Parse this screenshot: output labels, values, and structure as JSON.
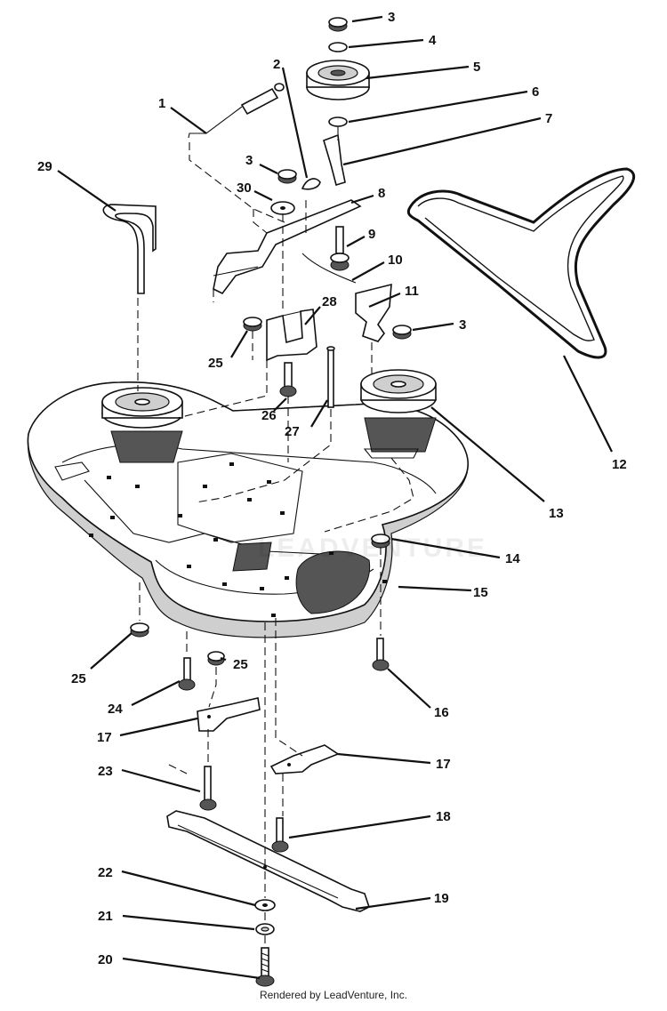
{
  "callouts": [
    {
      "id": "c3a",
      "text": "3"
    },
    {
      "id": "c4",
      "text": "4"
    },
    {
      "id": "c5",
      "text": "5"
    },
    {
      "id": "c6",
      "text": "6"
    },
    {
      "id": "c7",
      "text": "7"
    },
    {
      "id": "c2",
      "text": "2"
    },
    {
      "id": "c1",
      "text": "1"
    },
    {
      "id": "c29",
      "text": "29"
    },
    {
      "id": "c3b",
      "text": "3"
    },
    {
      "id": "c30",
      "text": "30"
    },
    {
      "id": "c8",
      "text": "8"
    },
    {
      "id": "c9",
      "text": "9"
    },
    {
      "id": "c10",
      "text": "10"
    },
    {
      "id": "c11",
      "text": "11"
    },
    {
      "id": "c28",
      "text": "28"
    },
    {
      "id": "c3c",
      "text": "3"
    },
    {
      "id": "c25a",
      "text": "25"
    },
    {
      "id": "c26",
      "text": "26"
    },
    {
      "id": "c27",
      "text": "27"
    },
    {
      "id": "c12",
      "text": "12"
    },
    {
      "id": "c13",
      "text": "13"
    },
    {
      "id": "c14",
      "text": "14"
    },
    {
      "id": "c15",
      "text": "15"
    },
    {
      "id": "c25b",
      "text": "25"
    },
    {
      "id": "c25c",
      "text": "25"
    },
    {
      "id": "c24",
      "text": "24"
    },
    {
      "id": "c16",
      "text": "16"
    },
    {
      "id": "c17a",
      "text": "17"
    },
    {
      "id": "c17b",
      "text": "17"
    },
    {
      "id": "c23",
      "text": "23"
    },
    {
      "id": "c18",
      "text": "18"
    },
    {
      "id": "c22",
      "text": "22"
    },
    {
      "id": "c19",
      "text": "19"
    },
    {
      "id": "c21",
      "text": "21"
    },
    {
      "id": "c20",
      "text": "20"
    }
  ],
  "footer": {
    "credit": "Rendered by LeadVenture, Inc."
  },
  "watermark": {
    "text": "LEADVENTURE"
  }
}
